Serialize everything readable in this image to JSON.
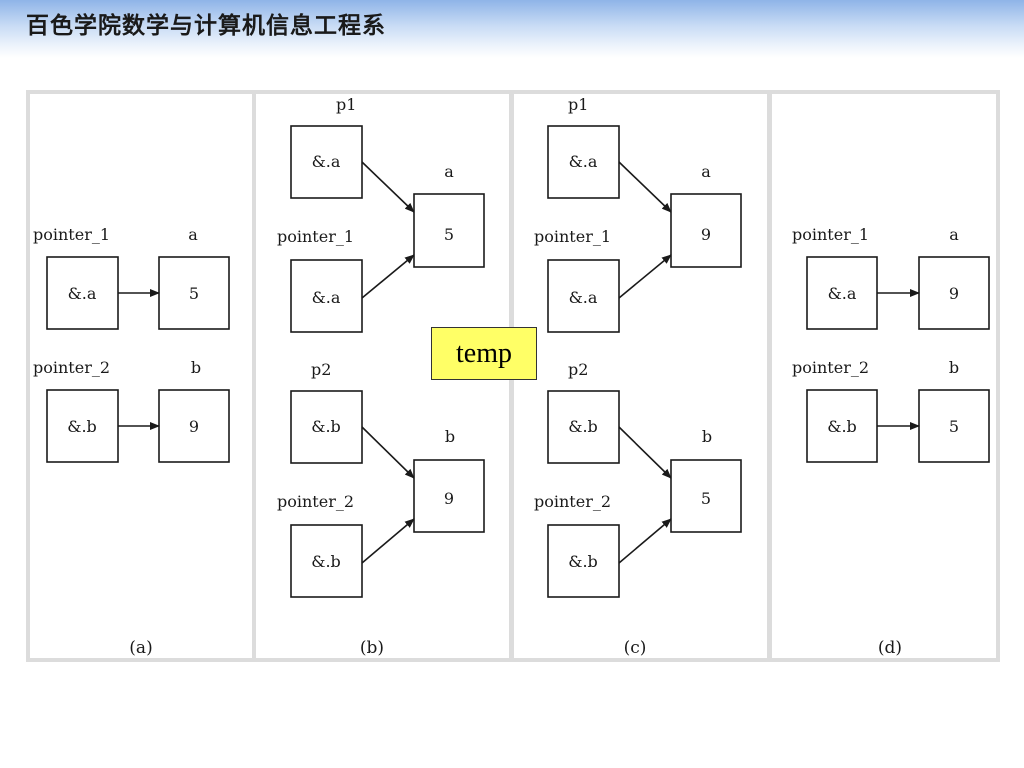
{
  "slide": {
    "header_title": "百色学院数学与计算机信息工程系"
  },
  "temp_label": "temp",
  "panels": {
    "a": {
      "caption": "(a)",
      "pointer_1": {
        "name": "pointer_1",
        "value": "&.a",
        "target_name": "a",
        "target_value": "5"
      },
      "pointer_2": {
        "name": "pointer_2",
        "value": "&.b",
        "target_name": "b",
        "target_value": "9"
      }
    },
    "b": {
      "caption": "(b)",
      "p1": {
        "name": "p1",
        "value": "&.a"
      },
      "pointer_1": {
        "name": "pointer_1",
        "value": "&.a"
      },
      "a": {
        "name": "a",
        "value": "5"
      },
      "p2": {
        "name": "p2",
        "value": "&.b"
      },
      "pointer_2": {
        "name": "pointer_2",
        "value": "&.b"
      },
      "b": {
        "name": "b",
        "value": "9"
      }
    },
    "c": {
      "caption": "(c)",
      "p1": {
        "name": "p1",
        "value": "&.a"
      },
      "pointer_1": {
        "name": "pointer_1",
        "value": "&.a"
      },
      "a": {
        "name": "a",
        "value": "9"
      },
      "p2": {
        "name": "p2",
        "value": "&.b"
      },
      "pointer_2": {
        "name": "pointer_2",
        "value": "&.b"
      },
      "b": {
        "name": "b",
        "value": "5"
      }
    },
    "d": {
      "caption": "(d)",
      "pointer_1": {
        "name": "pointer_1",
        "value": "&.a",
        "target_name": "a",
        "target_value": "9"
      },
      "pointer_2": {
        "name": "pointer_2",
        "value": "&.b",
        "target_name": "b",
        "target_value": "5"
      }
    }
  }
}
